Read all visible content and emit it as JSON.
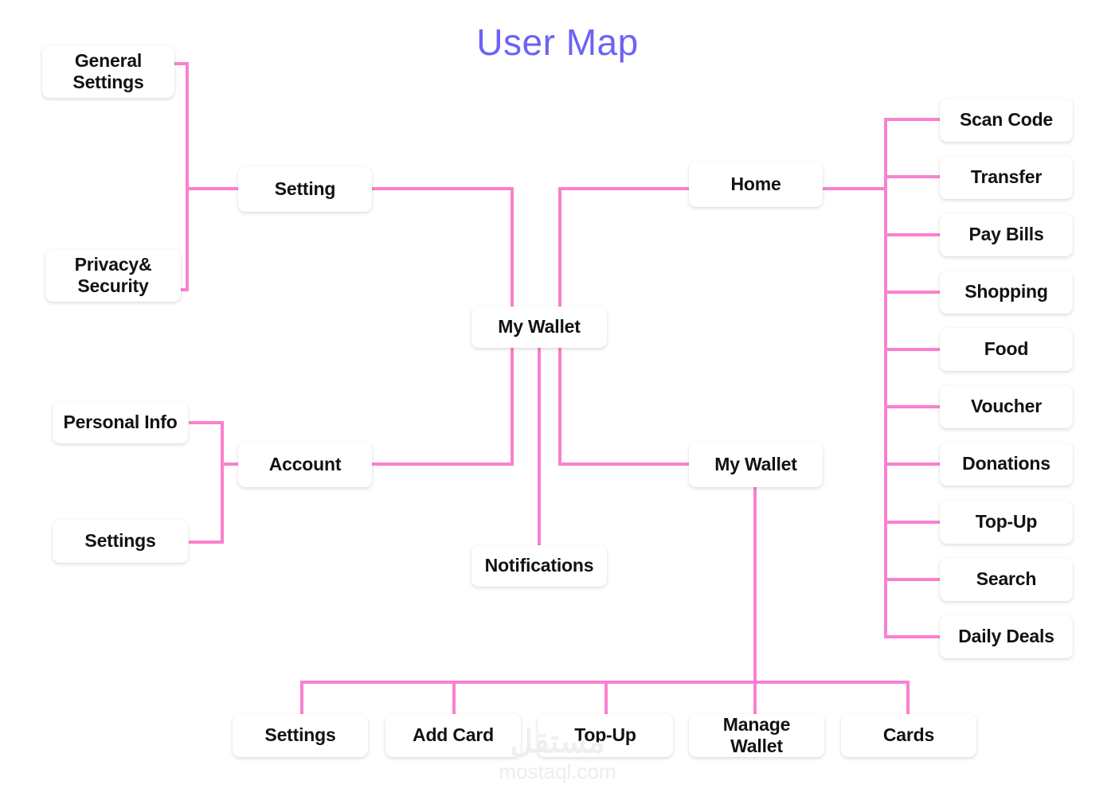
{
  "title": "User Map",
  "colors": {
    "title": "#6C63F5",
    "connector": "#FA80D0",
    "node_background": "#FFFFFF",
    "node_text": "#121212",
    "page_background": "#FFFFFF",
    "watermark": "#EFEFEF"
  },
  "watermark": {
    "arabic": "مستقل",
    "url": "mostaql.com"
  },
  "nodes": {
    "general_settings": "General Settings",
    "privacy_security": "Privacy& Security",
    "setting": "Setting",
    "personal_info": "Personal Info",
    "settings_left": "Settings",
    "account": "Account",
    "my_wallet_center": "My Wallet",
    "notifications": "Notifications",
    "home": "Home",
    "my_wallet_right": "My Wallet"
  },
  "home_children": [
    "Scan Code",
    "Transfer",
    "Pay Bills",
    "Shopping",
    "Food",
    "Voucher",
    "Donations",
    "Top-Up",
    "Search",
    "Daily Deals"
  ],
  "wallet_children": [
    "Settings",
    "Add Card",
    "Top-Up",
    "Manage Wallet",
    "Cards"
  ]
}
